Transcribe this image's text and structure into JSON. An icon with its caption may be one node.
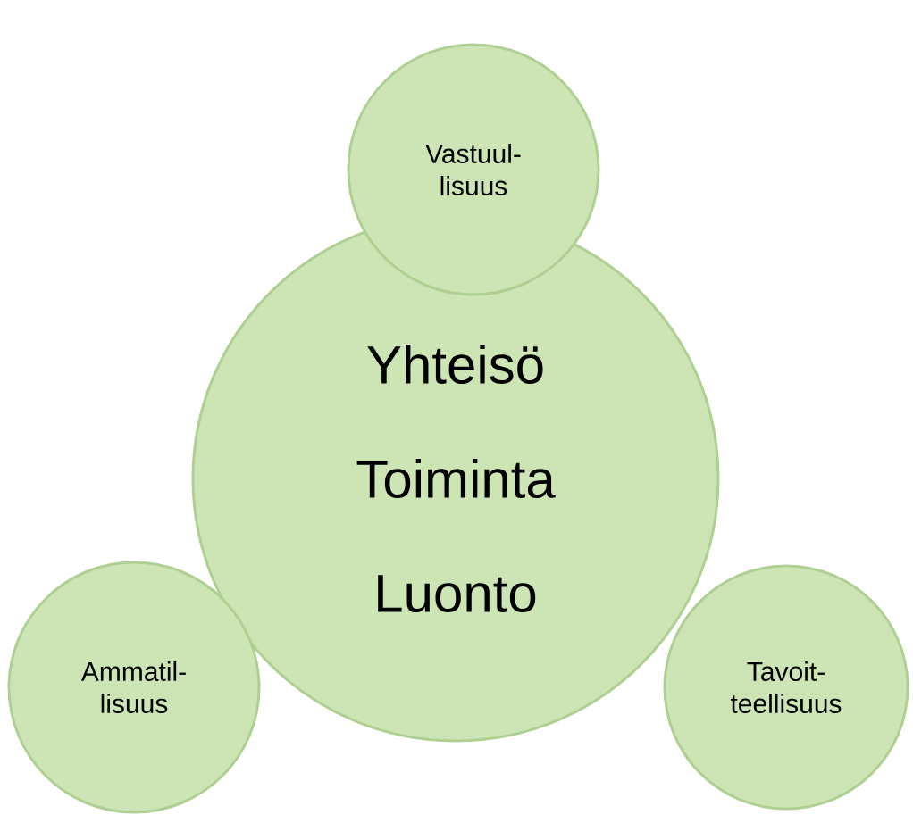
{
  "diagram": {
    "nodes": [
      {
        "text": [
          "Vastuul- lisuus"
        ]
      },
      {
        "text": [
          "Yhteisö",
          "Toiminta",
          "Luonto"
        ]
      },
      {
        "text": [
          "Ammatil- lisuus"
        ]
      },
      {
        "text": [
          "Tavoit- teellisuus"
        ]
      }
    ]
  }
}
